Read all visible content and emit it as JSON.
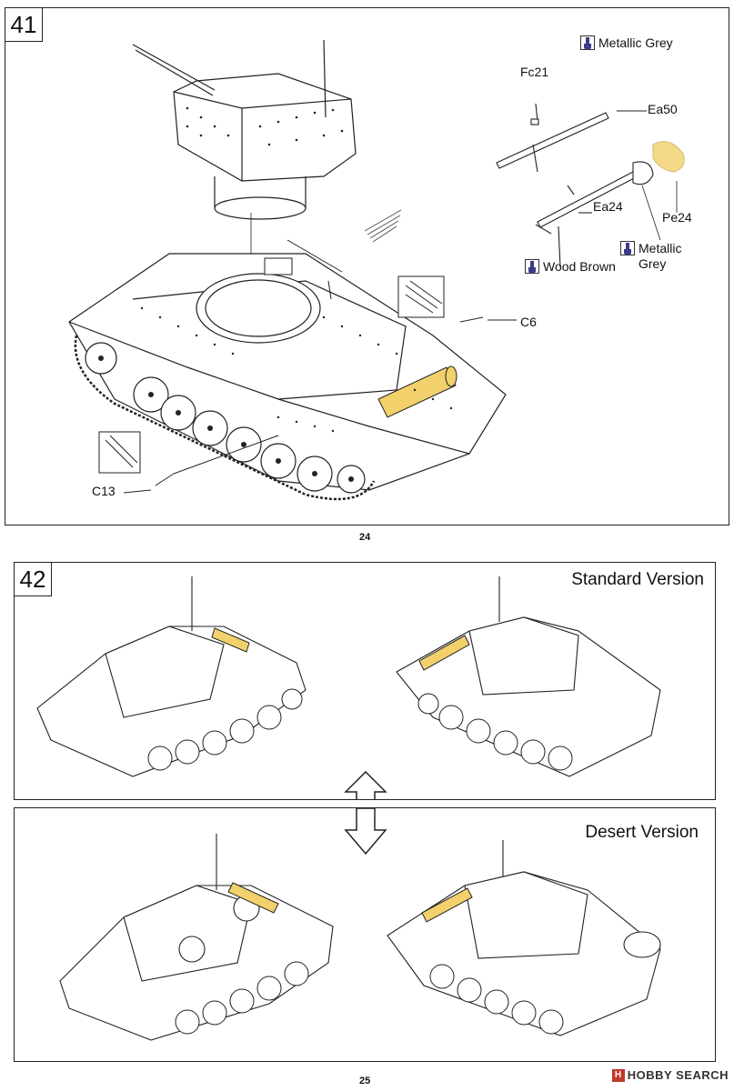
{
  "step41": {
    "number": "41",
    "parts": {
      "fc21": "Fc21",
      "ea50": "Ea50",
      "ea24": "Ea24",
      "pe24": "Pe24",
      "c6": "C6",
      "c13": "C13"
    },
    "paints": {
      "metallic_grey_top": "Metallic Grey",
      "wood_brown": "Wood Brown",
      "metallic_grey_line1": "Metallic",
      "metallic_grey_line2": "Grey"
    }
  },
  "page_top_number": "24",
  "step42": {
    "number": "42",
    "standard_title": "Standard Version",
    "desert_title": "Desert Version"
  },
  "page_bottom_number": "25",
  "watermark": {
    "mark": "H",
    "text": "HOBBY SEARCH"
  },
  "colors": {
    "line": "#222222",
    "highlight_part": "#f2d06b",
    "paint_icon": "#3d3a8c"
  }
}
